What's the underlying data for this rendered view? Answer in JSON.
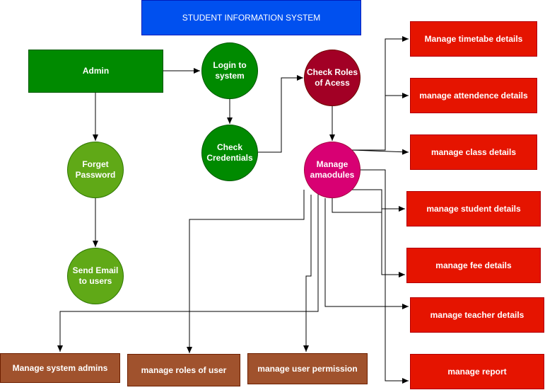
{
  "title": "STUDENT INFORMATION SYSTEM",
  "nodes": {
    "admin": "Admin",
    "login": "Login to system",
    "check_credentials": "Check Credentials",
    "check_roles": "Check Roles of Acess",
    "manage_modules": "Manage amaodules",
    "forget_password": "Forget Password",
    "send_email": "Send Email to users"
  },
  "modules": {
    "timetable": "Manage timetabe details",
    "attendance": "manage attendence details",
    "class": "manage class details",
    "student": "manage student details",
    "fee": "manage fee details",
    "teacher": "manage teacher details",
    "report": "manage report"
  },
  "admin_tasks": {
    "system_admins": "Manage system admins",
    "roles": "manage roles of user",
    "permission": "manage user permission"
  },
  "colors": {
    "title": "#0050ef",
    "admin": "#008a00",
    "login_nodes": "#008a00",
    "forget_nodes": "#60a917",
    "check_roles": "#a20025",
    "manage_modules": "#d80073",
    "module_boxes": "#e51400",
    "admin_task_boxes": "#a0522d"
  }
}
